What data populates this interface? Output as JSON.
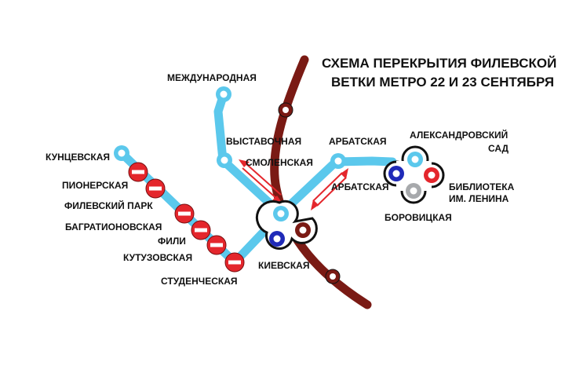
{
  "title": {
    "line1": "СХЕМА ПЕРЕКРЫТИЯ ФИЛЕВСКОЙ",
    "line2": "ВЕТКИ МЕТРО 22 И 23 СЕНТЯБРЯ"
  },
  "stations": {
    "mezhdunarodnaya": "МЕЖДУНАРОДНАЯ",
    "vystavochnaya": "ВЫСТАВОЧНАЯ",
    "smolenskaya": "СМОЛЕНСКАЯ",
    "arbatskaya_filevskaya": "АРБАТСКАЯ",
    "aleksandrovsky_1": "АЛЕКСАНДРОВСКИЙ",
    "aleksandrovsky_2": "САД",
    "arbatskaya_arbatsko": "АРБАТСКАЯ",
    "biblioteka_1": "БИБЛИОТЕКА",
    "biblioteka_2": "ИМ. ЛЕНИНА",
    "borovitskaya": "БОРОВИЦКАЯ",
    "kuntsevskaya": "КУНЦЕВСКАЯ",
    "pionerskaya": "ПИОНЕРСКАЯ",
    "filevsky_park": "ФИЛЕВСКИЙ ПАРК",
    "bagrationovskaya": "БАГРАТИОНОВСКАЯ",
    "fili": "ФИЛИ",
    "kutuzovskaya": "КУТУЗОВСКАЯ",
    "studencheskaya": "СТУДЕНЧЕСКАЯ",
    "kievskaya": "КИЕВСКАЯ"
  },
  "colors": {
    "filevskaya_line": "#5bc8ec",
    "koltsevaya_line": "#7a1a14",
    "arbatsko_line": "#1f2ab8",
    "sokolnicheskaya_line": "#e4262c",
    "serpukhovskaya_line": "#a7a9ac",
    "closed": "#e4262c",
    "arrow": "#e4262c"
  }
}
